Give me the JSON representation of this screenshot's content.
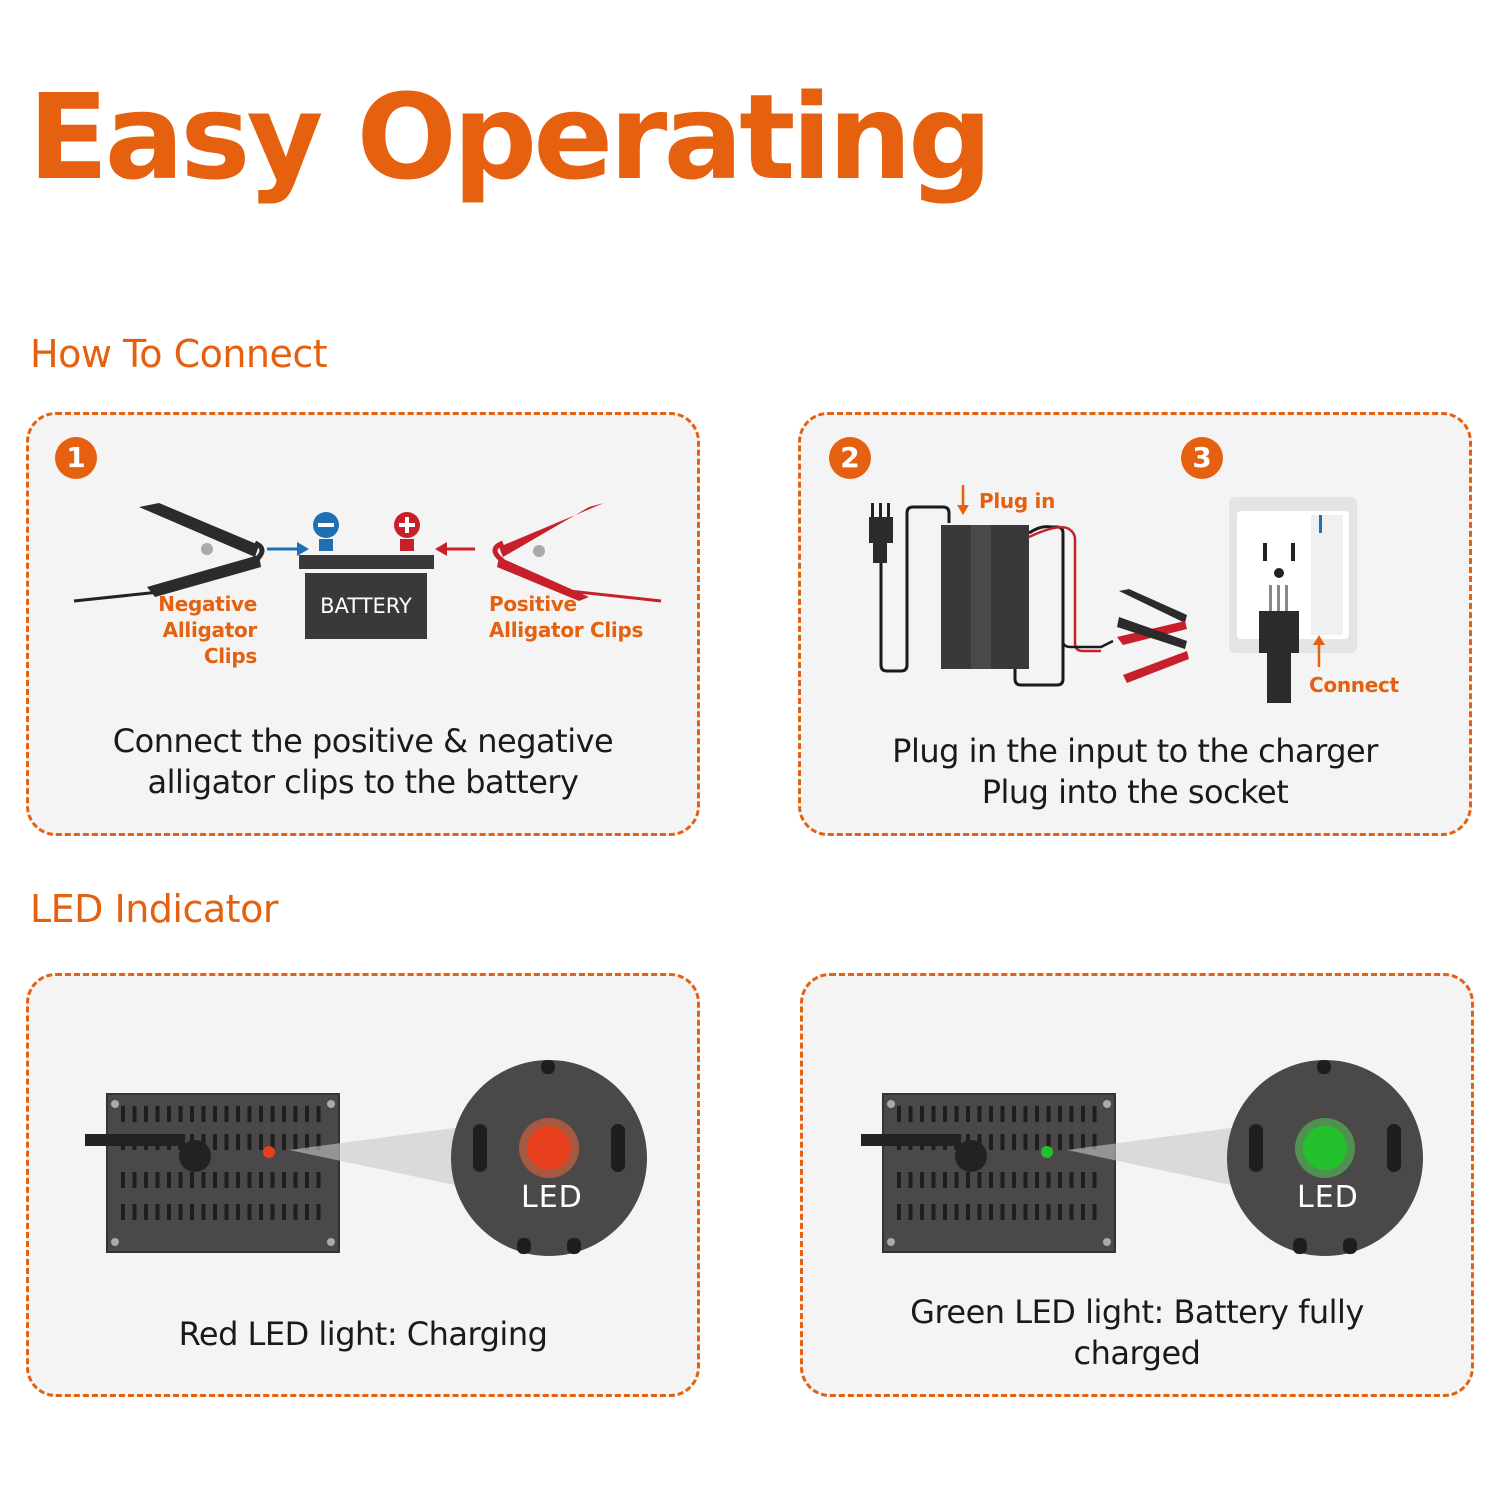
{
  "title": "Easy Operating",
  "sections": {
    "connect": {
      "heading": "How To Connect",
      "step1": {
        "badge": "1",
        "negative_label_line1": "Negative",
        "negative_label_line2": "Alligator Clips",
        "battery_label": "BATTERY",
        "positive_label_line1": "Positive",
        "positive_label_line2": "Alligator Clips",
        "caption_line1": "Connect the positive & negative",
        "caption_line2": "alligator clips to the battery"
      },
      "step23": {
        "badge2": "2",
        "badge3": "3",
        "plug_in_label": "Plug in",
        "connect_label": "Connect",
        "caption_line1": "Plug in the input to the charger",
        "caption_line2": "Plug into the socket"
      }
    },
    "led": {
      "heading": "LED Indicator",
      "red": {
        "led_label": "LED",
        "caption": "Red LED light: Charging",
        "led_color": "#e8401c"
      },
      "green": {
        "led_label": "LED",
        "caption_line1": "Green LED light: Battery fully",
        "caption_line2": "charged",
        "led_color": "#22c02a"
      }
    }
  },
  "colors": {
    "accent": "#e5600f",
    "panel_bg": "#f4f4f4",
    "dark": "#3a3838",
    "red_clip": "#c8202a",
    "negative_blue": "#1f6fb3"
  },
  "icons": {
    "negative_terminal": "minus-circle-icon",
    "positive_terminal": "plus-circle-icon",
    "arrow": "arrow-right-icon"
  }
}
